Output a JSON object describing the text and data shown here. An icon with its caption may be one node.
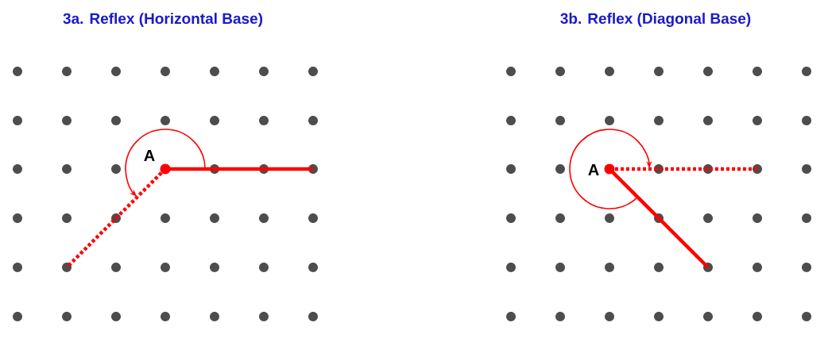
{
  "diagram": {
    "labels": [
      "3a. Reflex (Horizontal Base)",
      "3b. Reflex (Diagonal Base)",
      "A",
      "A"
    ]
  }
}
